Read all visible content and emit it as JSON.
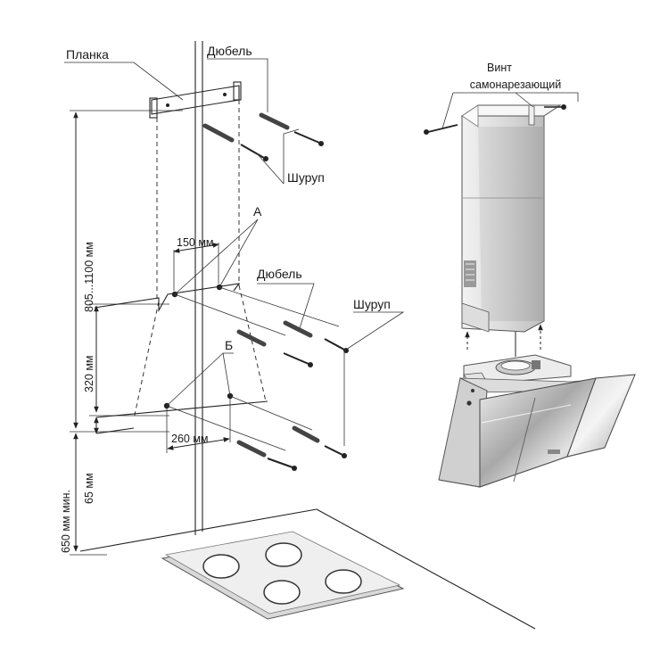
{
  "labels": {
    "planka": "Планка",
    "dubel_top": "Дюбель",
    "shurup_top": "Шуруп",
    "point_a": "А",
    "dim_150": "150 мм",
    "dubel_mid": "Дюбель",
    "shurup_mid": "Шуруп",
    "point_b": "Б",
    "dim_260": "260 мм",
    "vint_line1": "Винт",
    "vint_line2": "самонарезающий"
  },
  "dimensions": {
    "height_range": "805...1100 мм",
    "height_320": "320 мм",
    "height_65": "65 мм",
    "height_650": "650 мм мин."
  },
  "colors": {
    "line": "#222222",
    "metal_light": "#e8e8e8",
    "metal_dark": "#9a9a9a",
    "glass": "#bdbdbd"
  }
}
